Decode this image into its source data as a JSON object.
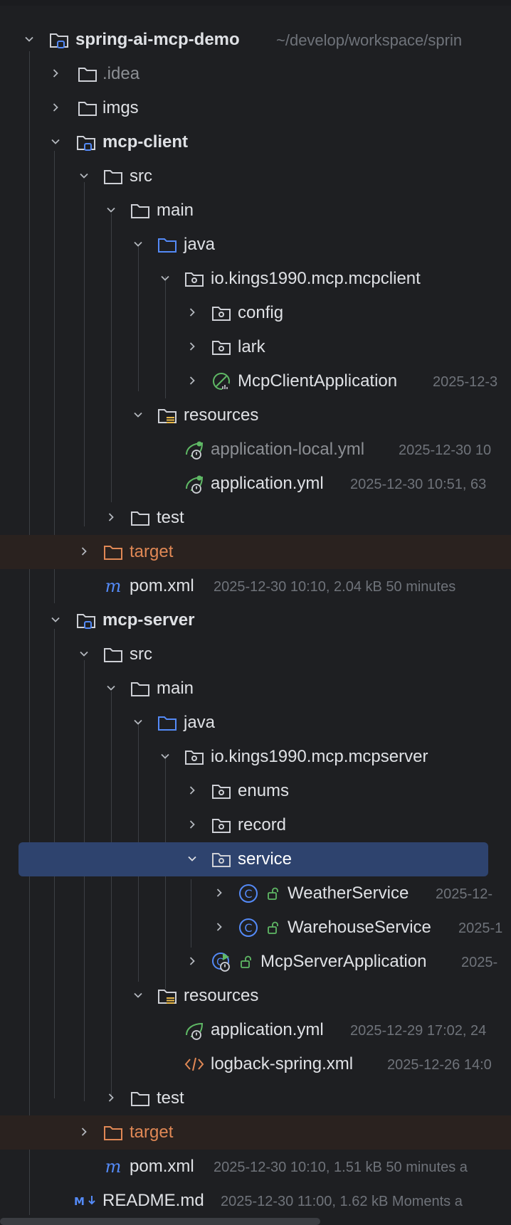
{
  "project_tree": {
    "root": {
      "name": "spring-ai-mcp-demo",
      "path": "~/develop/workspace/sprin"
    },
    "idea": {
      "name": ".idea"
    },
    "imgs": {
      "name": "imgs"
    },
    "mcp_client": {
      "name": "mcp-client",
      "src": "src",
      "main": "main",
      "java": "java",
      "package": "io.kings1990.mcp.mcpclient",
      "config": "config",
      "lark": "lark",
      "app_class": {
        "name": "McpClientApplication",
        "meta": "2025-12-3"
      },
      "resources": "resources",
      "app_local_yml": {
        "name": "application-local.yml",
        "meta": "2025-12-30 10"
      },
      "app_yml": {
        "name": "application.yml",
        "meta": "2025-12-30 10:51, 63"
      },
      "test": "test",
      "target": "target",
      "pom": {
        "name": "pom.xml",
        "meta": "2025-12-30 10:10, 2.04 kB 50 minutes"
      }
    },
    "mcp_server": {
      "name": "mcp-server",
      "src": "src",
      "main": "main",
      "java": "java",
      "package": "io.kings1990.mcp.mcpserver",
      "enums": "enums",
      "record": "record",
      "service": "service",
      "weather": {
        "name": "WeatherService",
        "meta": "2025-12-"
      },
      "warehouse": {
        "name": "WarehouseService",
        "meta": "2025-1"
      },
      "app_class": {
        "name": "McpServerApplication",
        "meta": "2025-"
      },
      "resources": "resources",
      "app_yml": {
        "name": "application.yml",
        "meta": "2025-12-29 17:02, 24"
      },
      "logback": {
        "name": "logback-spring.xml",
        "meta": "2025-12-26 14:0"
      },
      "test": "test",
      "target": "target",
      "pom": {
        "name": "pom.xml",
        "meta": "2025-12-30 10:10, 1.51 kB 50 minutes a"
      }
    },
    "readme": {
      "name": "README.md",
      "meta": "2025-12-30 11:00, 1.62 kB Moments a"
    }
  },
  "icons": {
    "folder": "folder-icon",
    "module": "module-folder-icon",
    "source_root": "source-root-folder-icon",
    "package": "package-icon",
    "resources": "resources-folder-icon",
    "excluded": "excluded-folder-icon",
    "spring_boot_class": "spring-boot-class-icon",
    "spring_config": "spring-config-file-icon",
    "maven": "maven-pom-icon",
    "class": "java-class-icon",
    "xml": "xml-file-icon",
    "markdown": "markdown-icon"
  },
  "colors": {
    "background": "#1e1f22",
    "selection": "#2e436e",
    "excluded_row": "#2a221f",
    "excluded_text": "#e08855",
    "source_blue": "#548af7",
    "spring_green": "#5fb865",
    "meta_text": "#6f737a"
  }
}
